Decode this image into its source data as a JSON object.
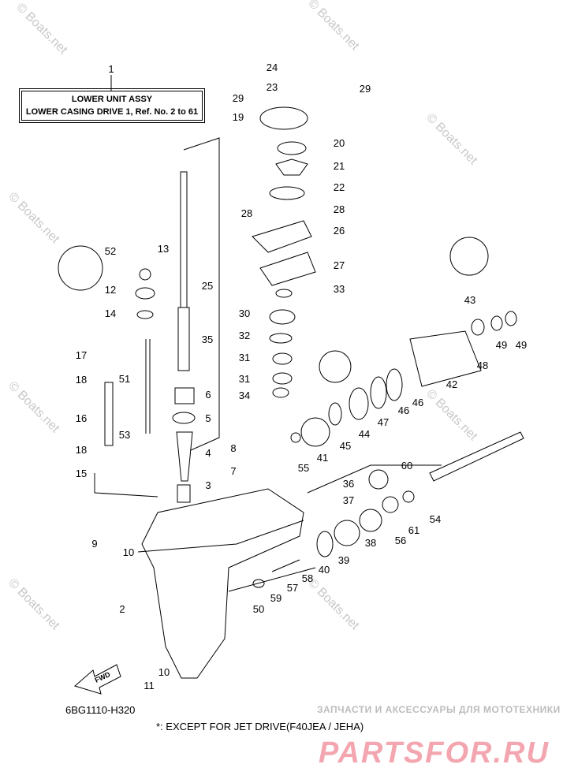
{
  "title_box": {
    "ref": "1",
    "line1": "LOWER UNIT ASSY",
    "line2": "LOWER CASING DRIVE 1,  Ref. No. 2 to 61"
  },
  "diagram_code": "6BG1110-H320",
  "footnote": "*: EXCEPT FOR JET DRIVE(F40JEA / JEHA)",
  "fwd_arrow": "FWD",
  "watermark": "© Boats.net",
  "brand_tagline": "ЗАПЧАСТИ И АКСЕССУАРЫ ДЛЯ МОТОТЕХНИКИ",
  "brand_logo": "PARTSFOR.RU",
  "callouts": [
    "24",
    "23",
    "29",
    "29",
    "19",
    "20",
    "21",
    "22",
    "28",
    "28",
    "26",
    "27",
    "33",
    "52",
    "13",
    "12",
    "25",
    "14",
    "30",
    "32",
    "35",
    "17",
    "31",
    "31",
    "51",
    "18",
    "6",
    "34",
    "5",
    "16",
    "53",
    "4",
    "8",
    "7",
    "18",
    "15",
    "3",
    "43",
    "49",
    "49",
    "48",
    "42",
    "46",
    "46",
    "47",
    "44",
    "45",
    "41",
    "55",
    "60",
    "36",
    "37",
    "54",
    "61",
    "56",
    "38",
    "39",
    "40",
    "58",
    "57",
    "59",
    "50",
    "9",
    "10",
    "2",
    "10",
    "11"
  ]
}
